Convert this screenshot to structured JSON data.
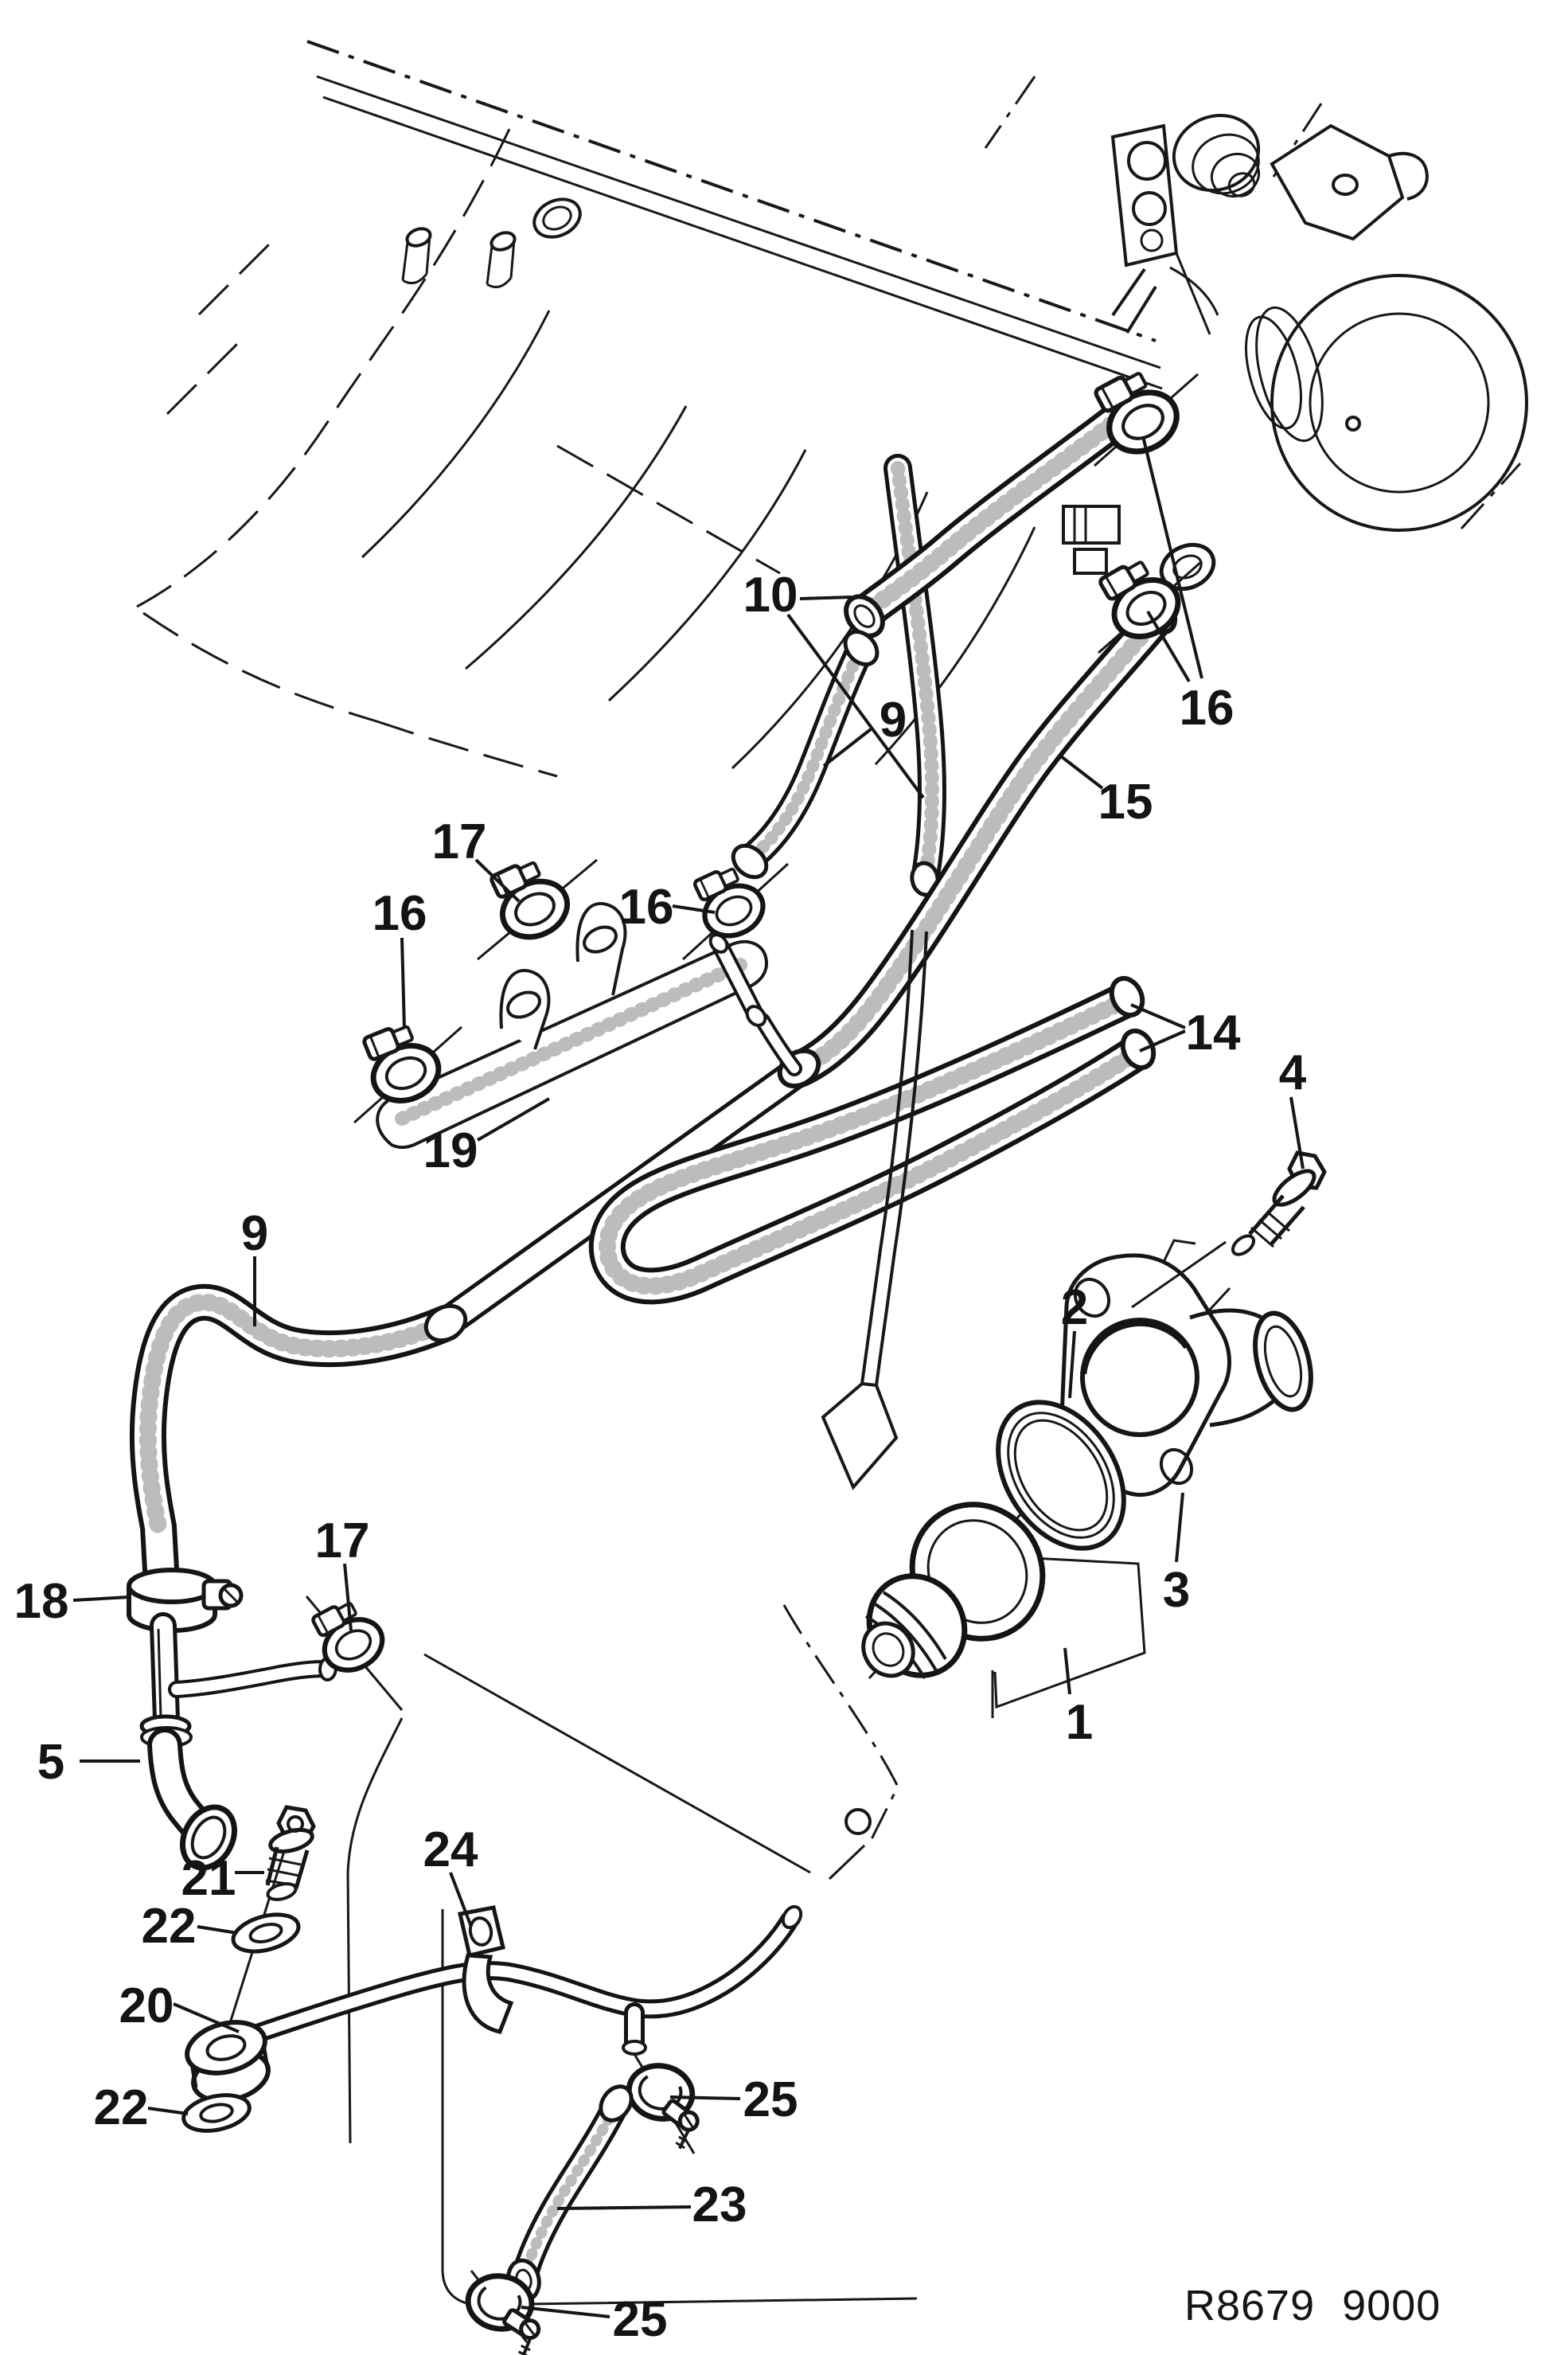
{
  "figure": {
    "reference": "R8679 9000",
    "ink_color": "#141414",
    "background_color": "#ffffff",
    "callouts": {
      "c10": {
        "label": "10"
      },
      "c16_throttle": {
        "label": "16"
      },
      "c9_upper": {
        "label": "9"
      },
      "c15": {
        "label": "15"
      },
      "c17_upper": {
        "label": "17"
      },
      "c16_mid": {
        "label": "16"
      },
      "c16_left": {
        "label": "16"
      },
      "c14": {
        "label": "14"
      },
      "c4": {
        "label": "4"
      },
      "c19": {
        "label": "19"
      },
      "c9_left": {
        "label": "9"
      },
      "c2": {
        "label": "2"
      },
      "c18": {
        "label": "18"
      },
      "c17_lower": {
        "label": "17"
      },
      "c3": {
        "label": "3"
      },
      "c1": {
        "label": "1"
      },
      "c5": {
        "label": "5"
      },
      "c21": {
        "label": "21"
      },
      "c22_upper": {
        "label": "22"
      },
      "c24": {
        "label": "24"
      },
      "c20": {
        "label": "20"
      },
      "c22_lower": {
        "label": "22"
      },
      "c25_upper": {
        "label": "25"
      },
      "c23": {
        "label": "23"
      },
      "c25_lower": {
        "label": "25"
      }
    }
  }
}
